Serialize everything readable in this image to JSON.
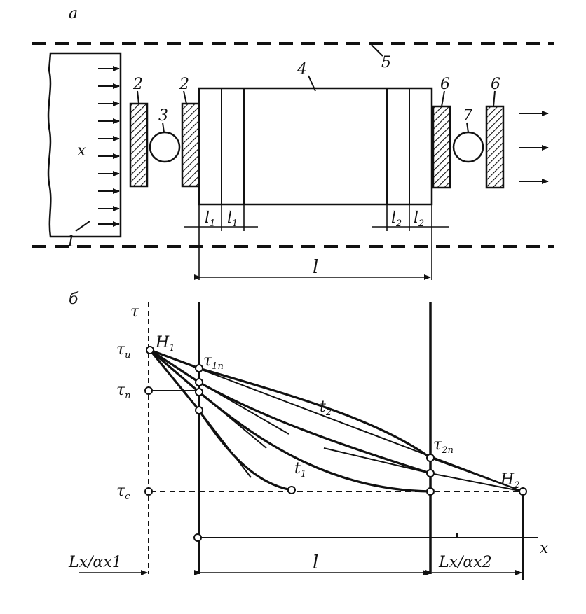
{
  "panel_a": {
    "label": "а",
    "part_labels": [
      "1",
      "2",
      "2",
      "3",
      "4",
      "5",
      "6",
      "6",
      "7"
    ],
    "x_label": "x",
    "l1": "l",
    "l1_sub": "1",
    "l2": "l",
    "l2_sub": "2",
    "length": "l"
  },
  "panel_b": {
    "label": "б",
    "tau_axis": "τ",
    "tau_i": "τ",
    "tau_i_sub": "и",
    "tau_p": "τ",
    "tau_p_sub": "п",
    "tau_c": "τ",
    "tau_c_sub": "с",
    "tau_1p": "τ",
    "tau_1p_sub": "1п",
    "tau_2p": "τ",
    "tau_2p_sub": "2п",
    "H1": "H",
    "H1_sub": "1",
    "H2": "H",
    "H2_sub": "2",
    "t1": "t",
    "t1_sub": "1",
    "t2": "t",
    "t2_sub": "2",
    "x_axis": "x",
    "left_dim": "Lx/αx1",
    "length": "l",
    "right_dim": "Lx/αx2"
  }
}
